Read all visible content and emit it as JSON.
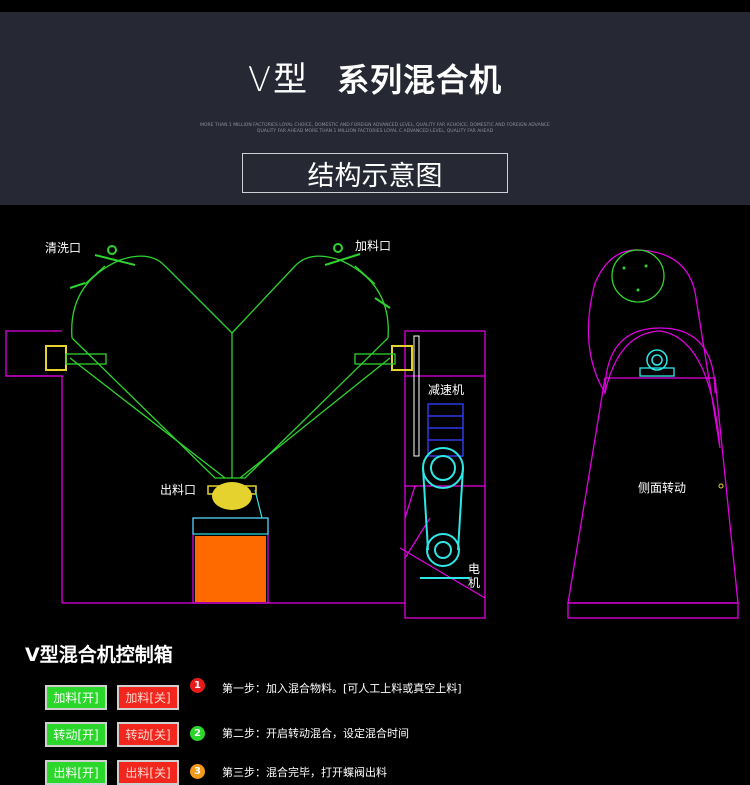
{
  "header": {
    "title_prefix": "V型",
    "title_main": "系列混合机",
    "tagline": "MORE THAN 1 MILLION FACTORIES LOYAL CHOICE, DOMESTIC AND FOREIGN ADVANCED LEVEL, QUALITY FAR ACHOICE; DOMESTIC AND FOREIGN ADVANCE QUALITY FAR AHEAD MORE THAN 1 MILLION FACTORIES LOYAL C ADVANCED LEVEL, QUALITY FAR AHEAD",
    "subtitle": "结构示意图"
  },
  "diagram": {
    "labels": {
      "clean_port": "清洗口",
      "feed_port": "加料口",
      "reducer": "减速机",
      "discharge_port": "出料口",
      "motor_line1": "电",
      "motor_line2": "机",
      "side_rotation": "侧面转动"
    },
    "colors": {
      "frame": "#e000e0",
      "vessel": "#2fd32f",
      "cyan": "#2ee6e6",
      "reducer": "#2f39e6",
      "material": "#ff6a00",
      "port": "#e6d22f"
    }
  },
  "control": {
    "title": "V型混合机控制箱",
    "rows": [
      {
        "on_label": "加料[开]",
        "off_label": "加料[关]",
        "step_no": "1",
        "step_color": "#e81b1b",
        "step_text": "第一步：加入混合物料。[可人工上料或真空上料]"
      },
      {
        "on_label": "转动[开]",
        "off_label": "转动[关]",
        "step_no": "2",
        "step_color": "#2bd72b",
        "step_text": "第二步：开启转动混合，设定混合时间"
      },
      {
        "on_label": "出料[开]",
        "off_label": "出料[关]",
        "step_no": "3",
        "step_color": "#f39a1b",
        "step_text": "第三步：混合完毕，打开蝶阀出料"
      }
    ]
  }
}
